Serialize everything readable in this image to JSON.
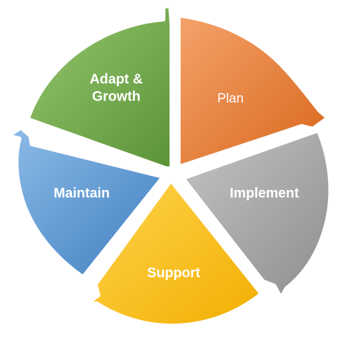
{
  "diagram": {
    "type": "cycle",
    "segments": [
      {
        "id": "plan",
        "lines": [
          "Plan"
        ],
        "bold": false,
        "color": "#ED7D31",
        "light": "#F4A36B",
        "dark": "#D9661B"
      },
      {
        "id": "implement",
        "lines": [
          "Implement"
        ],
        "bold": true,
        "color": "#A5A5A5",
        "light": "#C4C4C4",
        "dark": "#8E8E8E"
      },
      {
        "id": "support",
        "lines": [
          "Support"
        ],
        "bold": true,
        "color": "#FFC000",
        "light": "#FFD54F",
        "dark": "#F2AE00"
      },
      {
        "id": "maintain",
        "lines": [
          "Maintain"
        ],
        "bold": true,
        "color": "#5B9BD5",
        "light": "#8DBBE7",
        "dark": "#3F7FC0"
      },
      {
        "id": "adapt-growth",
        "lines": [
          "Adapt &",
          "Growth"
        ],
        "bold": true,
        "color": "#70AD47",
        "light": "#96C76F",
        "dark": "#5B9337"
      }
    ]
  }
}
